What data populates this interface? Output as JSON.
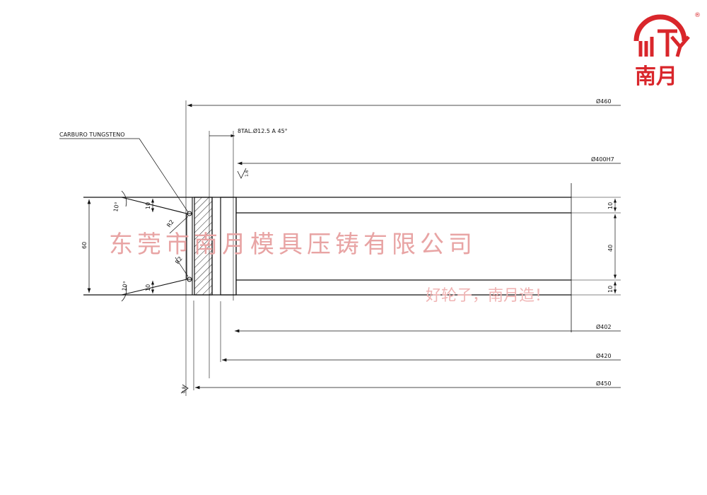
{
  "logo": {
    "mark_letters": "NTY",
    "name": "南月",
    "registered": "®",
    "color": "#d9262b"
  },
  "watermark": {
    "company": "东莞市南月模具压铸有限公司",
    "slogan": "好轮子，南月造！",
    "color": "#e8a4a4"
  },
  "annotations": {
    "material": "CARBURO TUNGSTENO",
    "holes": "8TAL.Ø12.5 A 45°",
    "radius_top": "R2",
    "radius_bottom": "R2",
    "angle_top": "10°",
    "angle_bottom": "10°",
    "left_height": "60",
    "small_dim_top": "10",
    "small_dim_bottom": "10",
    "roughness_top": "1.6",
    "roughness_bottom": "0.8"
  },
  "dimensions": {
    "d460": "Ø460",
    "d400h7": "Ø400H7",
    "d402": "Ø402",
    "d420": "Ø420",
    "d450": "Ø450",
    "right_top": "10",
    "right_mid": "40",
    "right_bottom": "10"
  }
}
